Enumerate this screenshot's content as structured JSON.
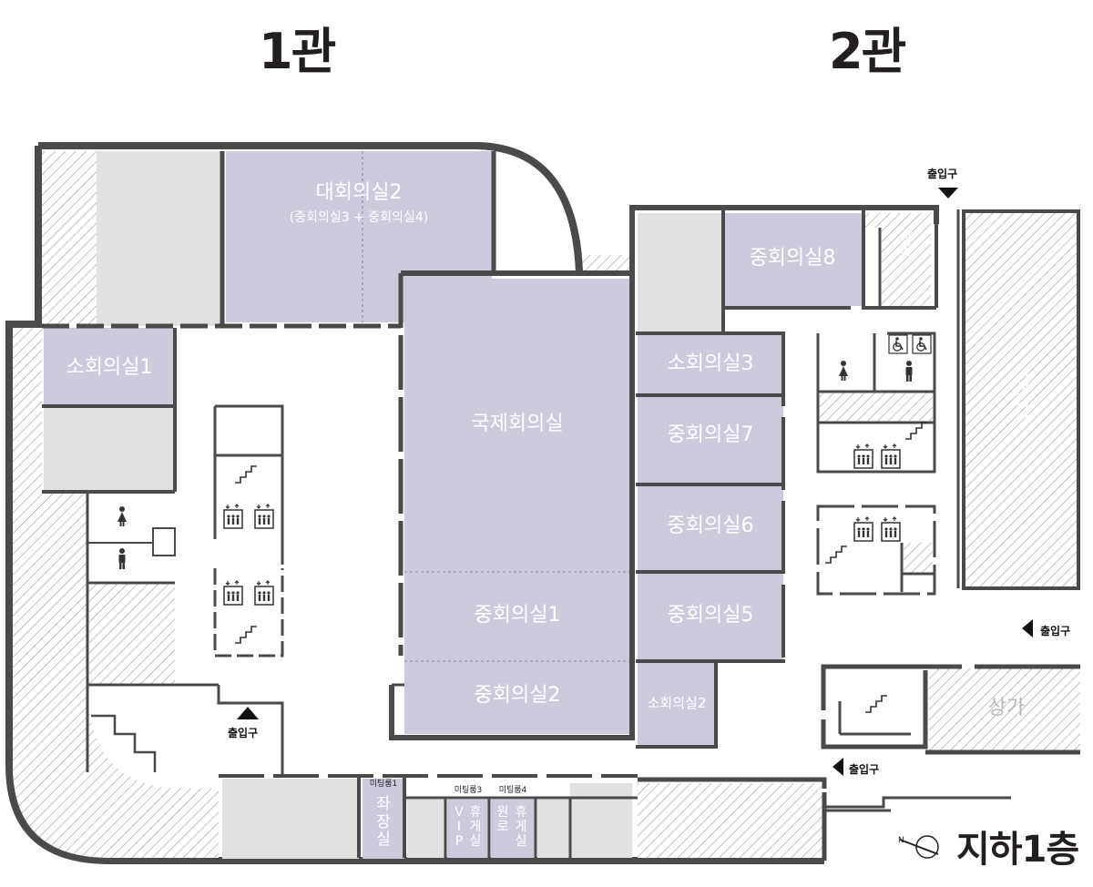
{
  "header": {
    "building1": "1관",
    "building2": "2관"
  },
  "floor": {
    "label": "지하1층"
  },
  "rooms": {
    "grand_hall_2": "대회의실2",
    "grand_hall_2_sub": "(중회의실3 + 중회의실4)",
    "small_1": "소회의실1",
    "international": "국제회의실",
    "medium_1": "중회의실1",
    "medium_2": "중회의실2",
    "medium_8": "중회의실8",
    "small_3": "소회의실3",
    "medium_7": "중회의실7",
    "medium_6": "중회의실6",
    "medium_5": "중회의실5",
    "small_2": "소회의실2",
    "meeting_1": "미팅룸1",
    "meeting_3": "미팅룸3",
    "meeting_4": "미팅룸4",
    "head_table": [
      "좌",
      "장",
      "실"
    ],
    "vip_left": [
      "V",
      "I",
      "P"
    ],
    "vip_right": [
      "휴",
      "게",
      "실"
    ],
    "staff_left": [
      "원",
      "로"
    ],
    "staff_right": [
      "휴",
      "게",
      "실"
    ]
  },
  "shops": {
    "shop_a": [
      "상",
      "가"
    ],
    "shop_b": [
      "상",
      "가"
    ],
    "shop_c": "상가"
  },
  "entrances": {
    "label": "출입구"
  },
  "icons": [
    "female-restroom-icon",
    "male-restroom-icon",
    "wheelchair-icon",
    "elevator-icon",
    "stairs-icon",
    "north-arrow-icon",
    "entrance-arrow-icon"
  ],
  "colors": {
    "room": "#cccbdc",
    "grey_room": "#e1e1e1",
    "wall": "#4a4a4a",
    "hatch": "#9a9a9a",
    "text_dark": "#231f20"
  }
}
